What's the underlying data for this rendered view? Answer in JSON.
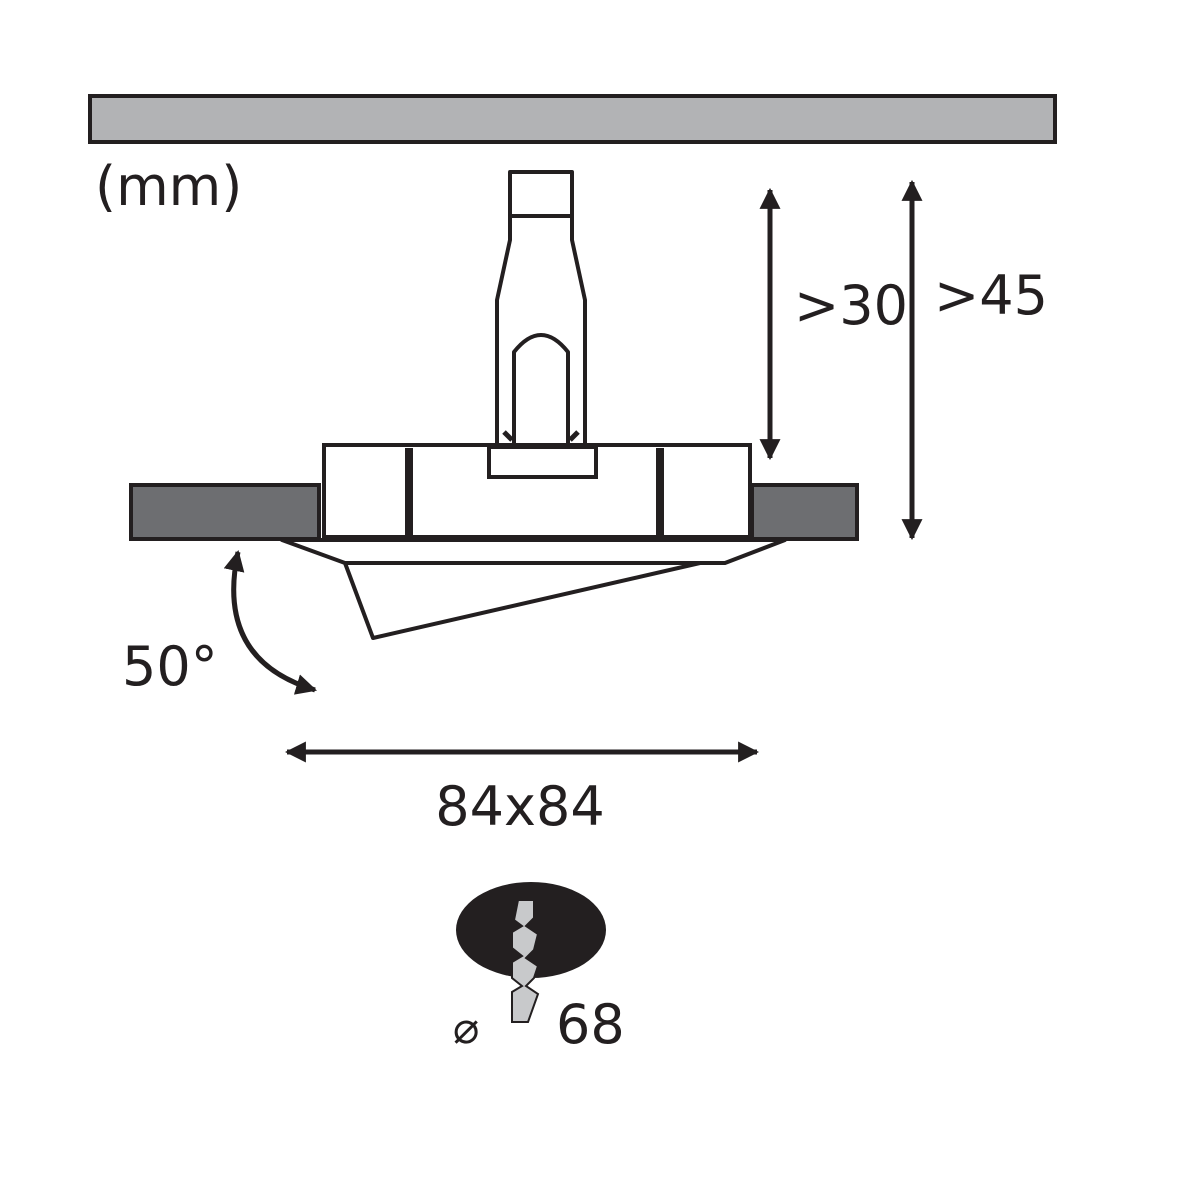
{
  "diagram": {
    "unit_label": "(mm)",
    "depth_min_label": ">30",
    "depth_total_label": ">45",
    "tilt_label": "50°",
    "frame_size_label": "84x84",
    "cutout_symbol": "⌀",
    "cutout_value": "68"
  },
  "colors": {
    "ink": "#231f20",
    "ceiling_fill": "#b2b3b5",
    "ceiling_board_fill": "#6d6e71",
    "cutout_fill": "#231f20",
    "drill_fill": "#c8c9cb"
  }
}
